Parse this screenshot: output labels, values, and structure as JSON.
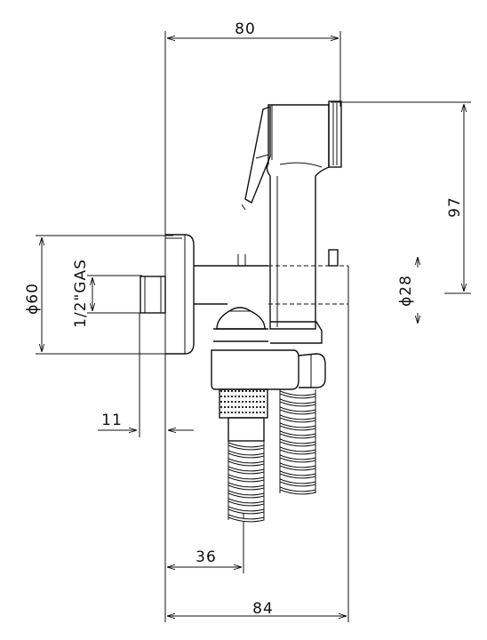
{
  "drawing": {
    "dimensions": {
      "top_width": "80",
      "height_right": "97",
      "diameter_flange": "ϕ60",
      "thread": "1/2\"GAS",
      "diameter_head": "ϕ28",
      "wall_offset": "11",
      "hose_offset": "36",
      "bottom_width": "84"
    }
  }
}
